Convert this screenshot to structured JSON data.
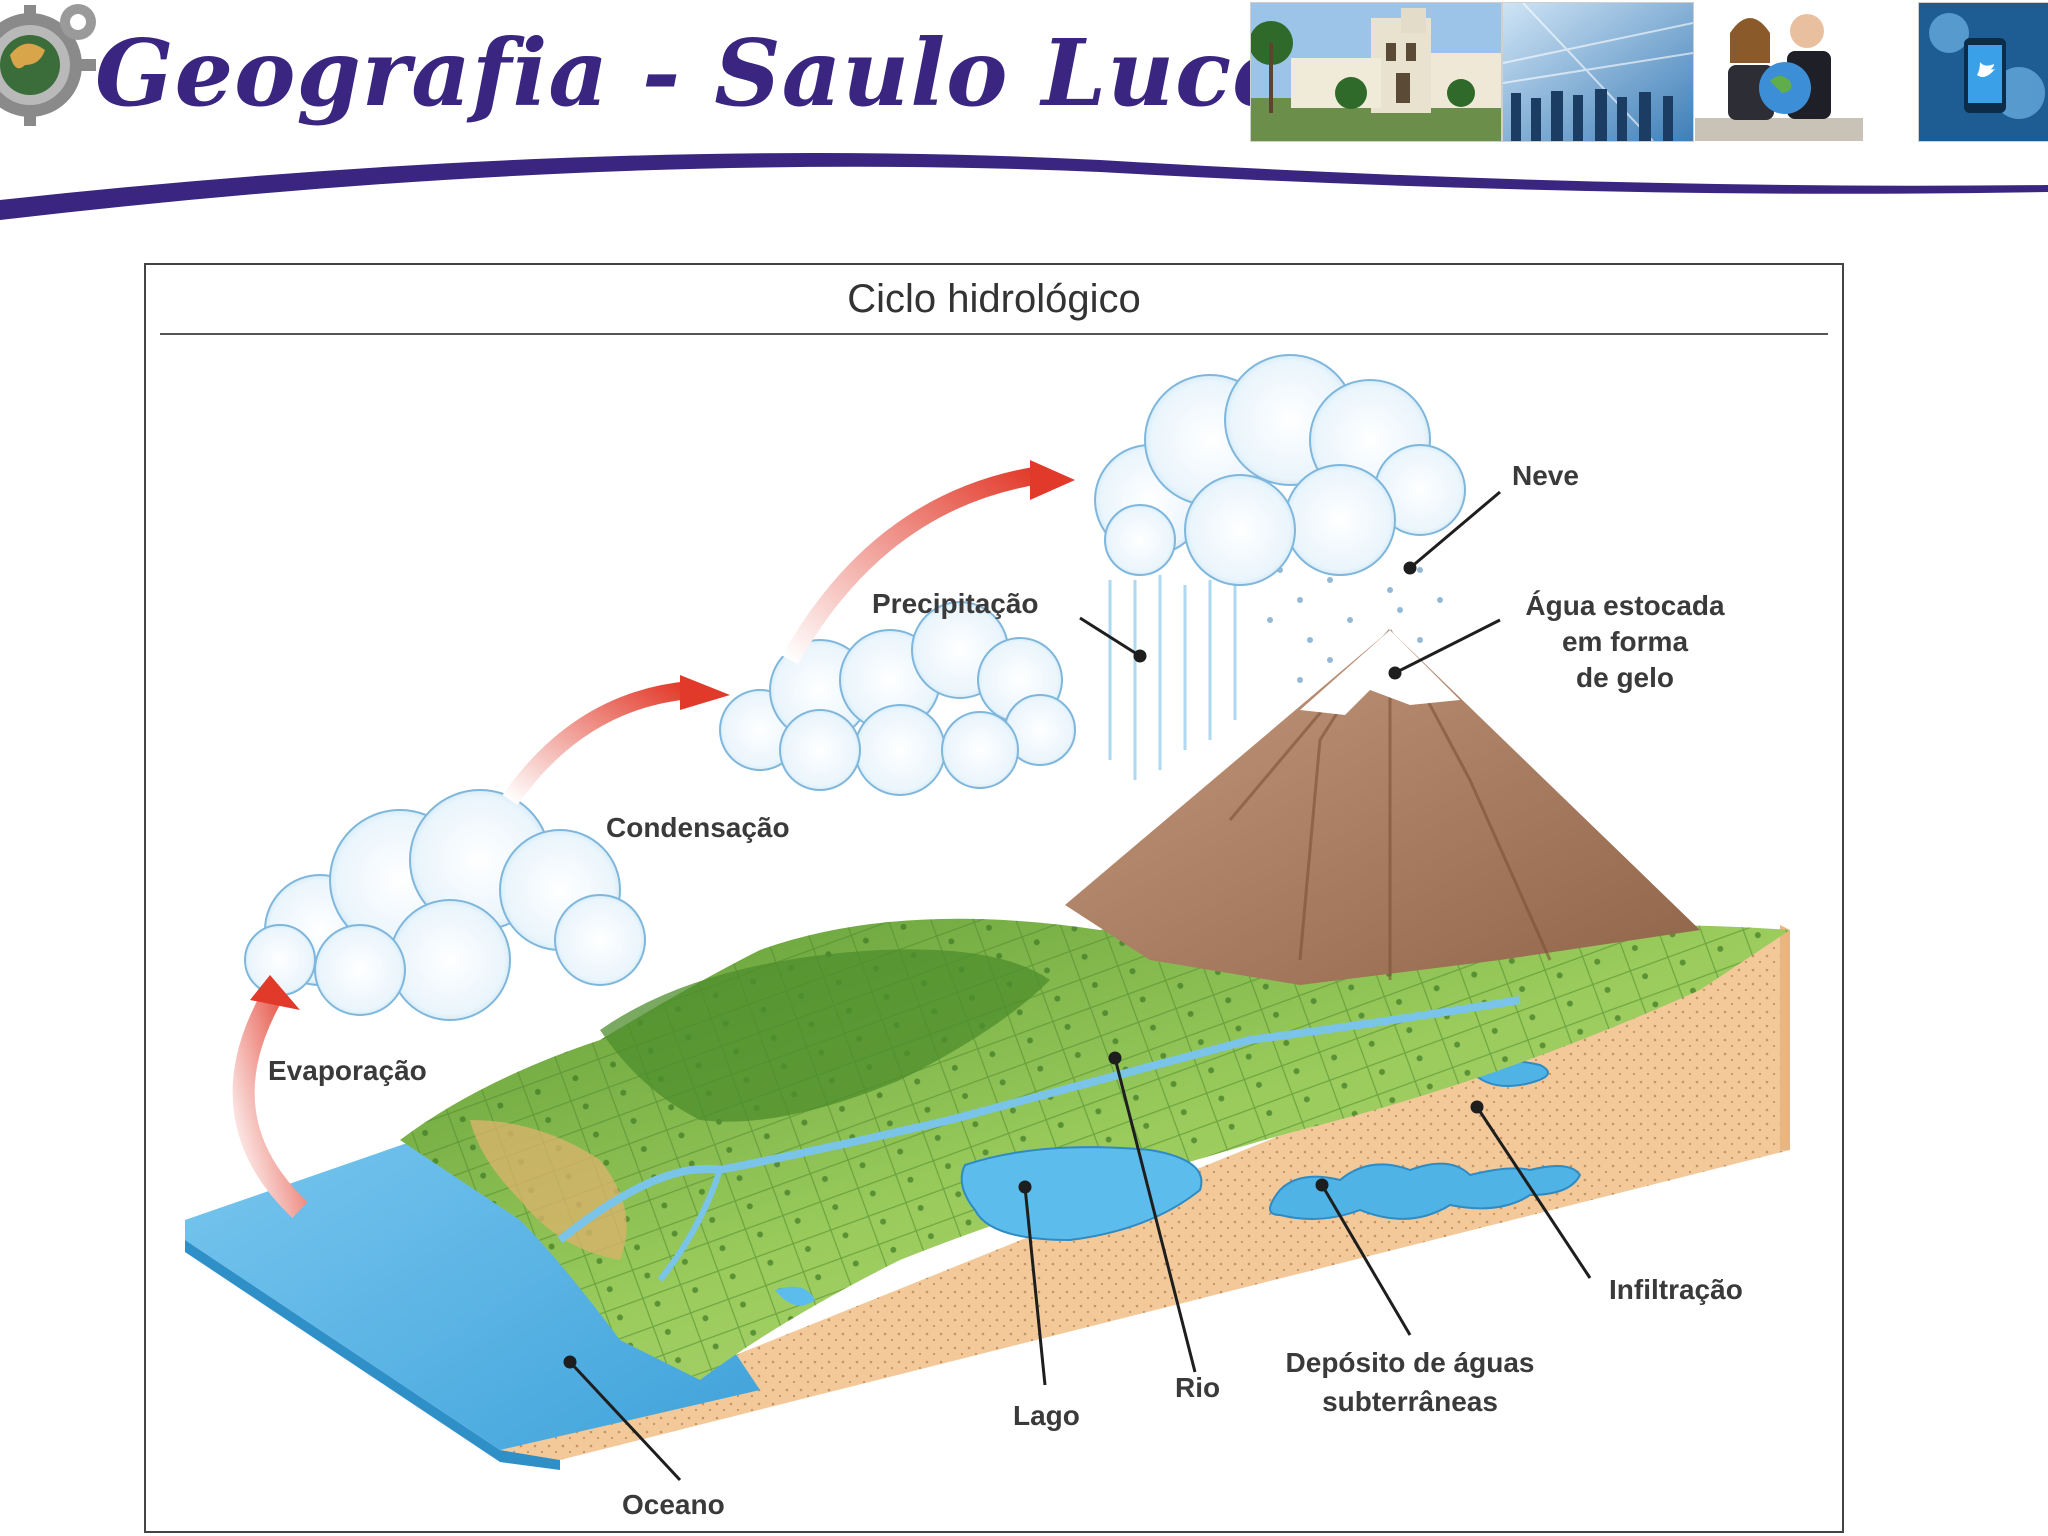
{
  "header": {
    "title": "Geografia - Saulo Lucena",
    "photos": [
      "church-photo",
      "business-photo",
      "students-globe-photo",
      "twitter-photo"
    ]
  },
  "diagram": {
    "title": "Ciclo hidrológico",
    "labels": {
      "evaporacao": "Evaporação",
      "condensacao": "Condensação",
      "precipitacao": "Precipitação",
      "neve": "Neve",
      "agua_estocada_1": "Água estocada",
      "agua_estocada_2": "em forma",
      "agua_estocada_3": "de gelo",
      "oceano": "Oceano",
      "lago": "Lago",
      "rio": "Rio",
      "deposito_1": "Depósito de águas",
      "deposito_2": "subterrâneas",
      "infiltracao": "Infiltração"
    }
  },
  "colors": {
    "brand_purple": "#3a2580",
    "ocean": "#5bb8e8",
    "soil": "#f3c99a",
    "vegetation": "#7fbf4a",
    "mountain": "#a8775a",
    "arrow": "#e84030"
  }
}
